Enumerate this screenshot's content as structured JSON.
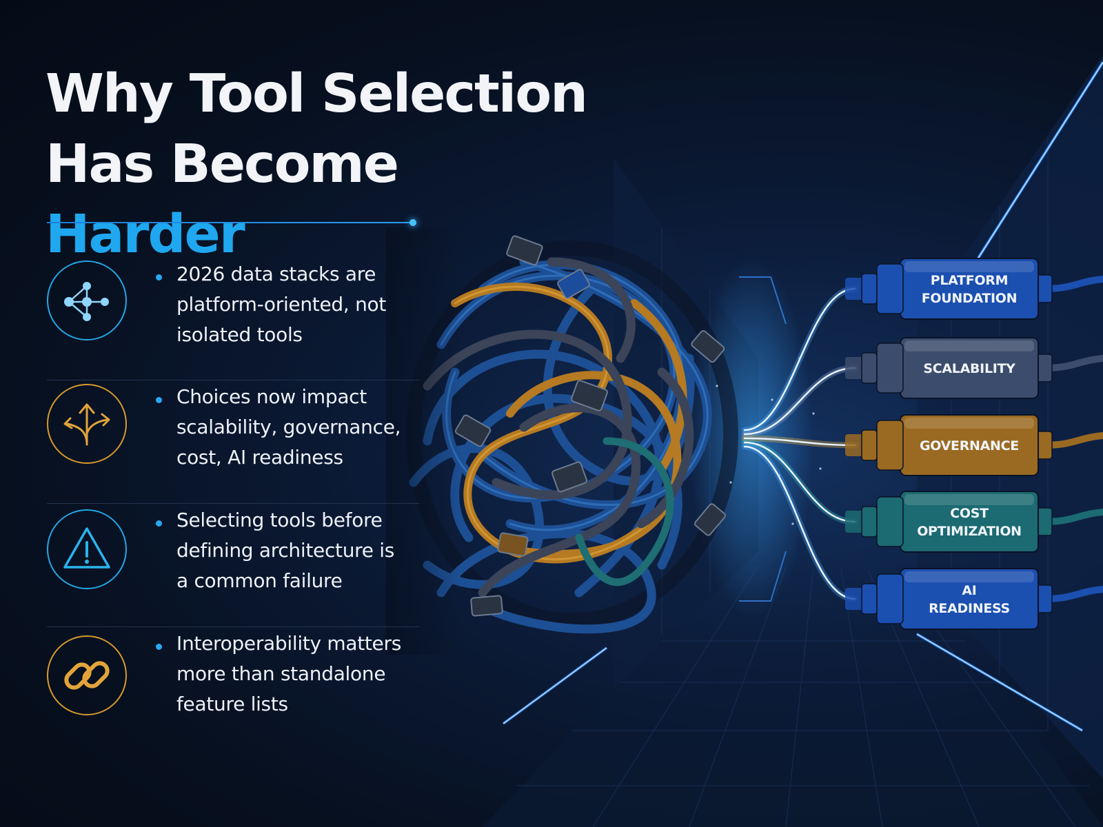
{
  "title": {
    "line1": "Why Tool Selection",
    "line2_prefix": "Has Become ",
    "line2_accent": "Harder"
  },
  "colors": {
    "accent_blue": "#1fa8f0",
    "accent_gold": "#d99a2b",
    "background": "#07101f"
  },
  "bullets": [
    {
      "icon": "network-nodes-icon",
      "color": "#22a7e6",
      "lines": [
        "2026 data stacks are",
        "platform-oriented, not",
        "isolated tools"
      ]
    },
    {
      "icon": "branching-arrows-icon",
      "color": "#d99a2b",
      "lines": [
        "Choices now impact",
        "scalability, governance,",
        "cost, AI readiness"
      ]
    },
    {
      "icon": "warning-triangle-icon",
      "color": "#22a7e6",
      "lines": [
        "Selecting tools before",
        "defining architecture is",
        "a common failure"
      ]
    },
    {
      "icon": "chain-link-icon",
      "color": "#d99a2b",
      "lines": [
        "Interoperability matters",
        "more than standalone",
        "feature lists"
      ]
    }
  ],
  "modules": [
    {
      "lines": [
        "PLATFORM",
        "FOUNDATION"
      ],
      "color": "#1b4fb0"
    },
    {
      "lines": [
        "SCALABILITY"
      ],
      "color": "#3c4c6c"
    },
    {
      "lines": [
        "GOVERNANCE"
      ],
      "color": "#9a6a22"
    },
    {
      "lines": [
        "COST",
        "OPTIMIZATION"
      ],
      "color": "#1c6a72"
    },
    {
      "lines": [
        "AI",
        "READINESS"
      ],
      "color": "#1b4fb0"
    }
  ]
}
